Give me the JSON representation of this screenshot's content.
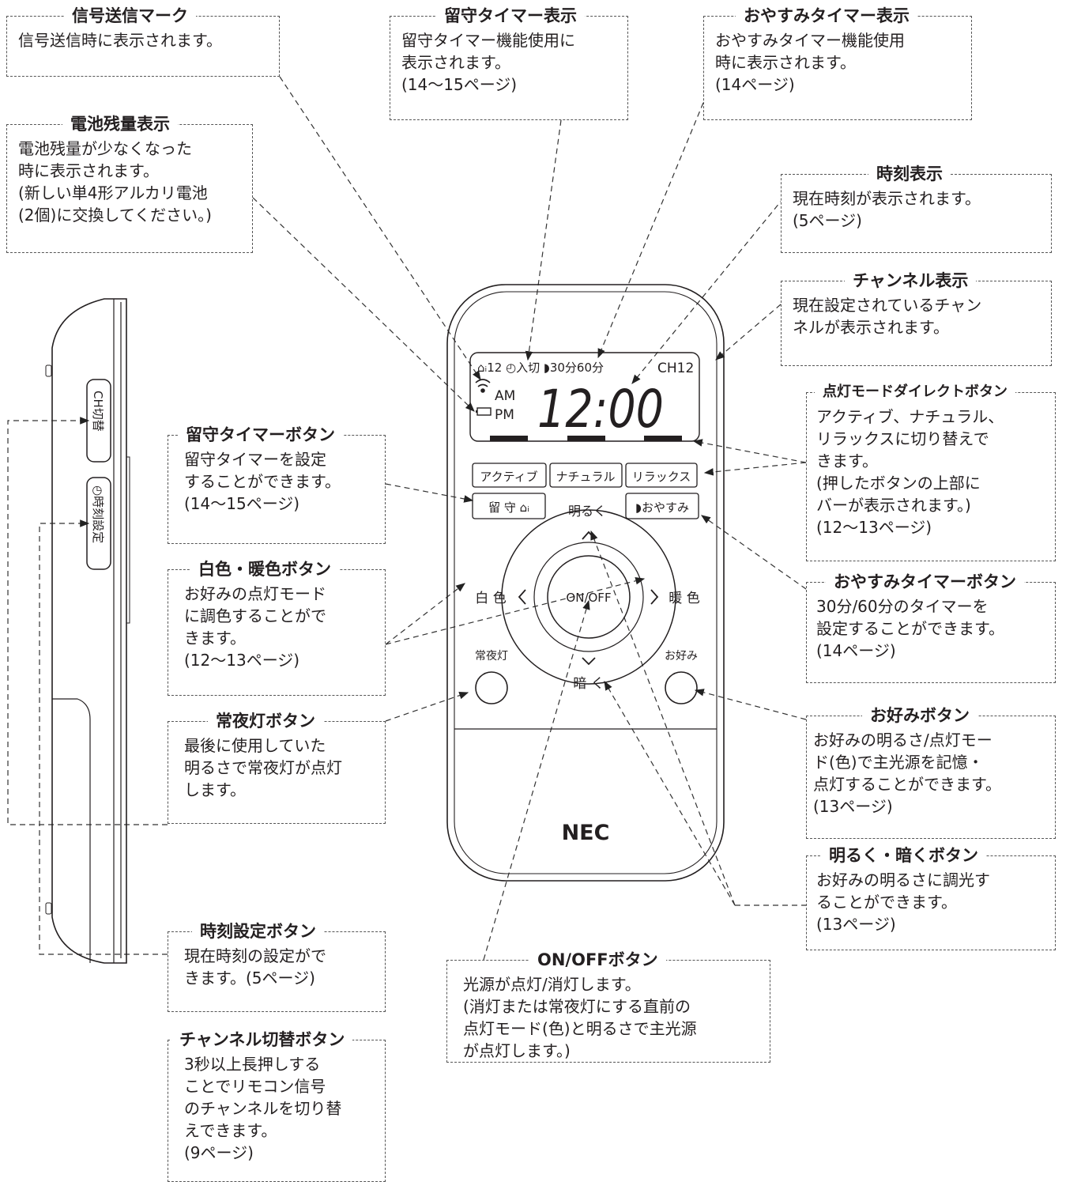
{
  "callouts": {
    "signal": {
      "title": "信号送信マーク",
      "body": "信号送信時に表示されます。"
    },
    "battery": {
      "title": "電池残量表示",
      "body": "電池残量が少なくなった\n時に表示されます。\n(新しい単4形アルカリ電池\n(2個)に交換してください。)"
    },
    "away_display": {
      "title": "留守タイマー表示",
      "body": "留守タイマー機能使用に\n表示されます。\n(14〜15ページ)"
    },
    "sleep_display": {
      "title": "おやすみタイマー表示",
      "body": "おやすみタイマー機能使用\n時に表示されます。\n(14ページ)"
    },
    "clock": {
      "title": "時刻表示",
      "body": "現在時刻が表示されます。\n(5ページ)"
    },
    "channel_display": {
      "title": "チャンネル表示",
      "body": "現在設定されているチャン\nネルが表示されます。"
    },
    "mode_direct": {
      "title": "点灯モードダイレクトボタン",
      "body": "アクティブ、ナチュラル、\nリラックスに切り替えで\nきます。\n(押したボタンの上部に\nバーが表示されます。)\n(12〜13ページ)"
    },
    "away_button": {
      "title": "留守タイマーボタン",
      "body": "留守タイマーを設定\nすることができます。\n(14〜15ページ)"
    },
    "color_button": {
      "title": "白色・暖色ボタン",
      "body": "お好みの点灯モード\nに調色することがで\nきます。\n(12〜13ページ)"
    },
    "sleep_button": {
      "title": "おやすみタイマーボタン",
      "body": "30分/60分のタイマーを\n設定することができます。\n(14ページ)"
    },
    "night_button": {
      "title": "常夜灯ボタン",
      "body": "最後に使用していた\n明るさで常夜灯が点灯\nします。"
    },
    "fav_button": {
      "title": "お好みボタン",
      "body": "お好みの明るさ/点灯モー\nド(色)で主光源を記憶・\n点灯することができます。\n(13ページ)"
    },
    "bright_button": {
      "title": "明るく・暗くボタン",
      "body": "お好みの明るさに調光す\nることができます。\n(13ページ)"
    },
    "clock_set": {
      "title": "時刻設定ボタン",
      "body": "現在時刻の設定がで\nきます。(5ページ)"
    },
    "onoff": {
      "title": "ON/OFFボタン",
      "body": "光源が点灯/消灯します。\n(消灯または常夜灯にする直前の\n点灯モード(色)と明るさで主光源\nが点灯します。)"
    },
    "ch_switch": {
      "title": "チャンネル切替ボタン",
      "body": "3秒以上長押しする\nことでリモコン信号\nのチャンネルを切り替\nえできます。\n(9ページ)"
    }
  },
  "remote": {
    "lcd": {
      "top_row": "⌂ᵢ12 ◴入切 ◗30分60分",
      "channel": "CH12",
      "am": "AM",
      "pm": "PM",
      "time": "12:00"
    },
    "buttons": {
      "active": "アクティブ",
      "natural": "ナチュラル",
      "relax": "リラックス",
      "away": "留 守 ⌂ᵢ",
      "sleep": "◗おやすみ",
      "brighter": "明るく",
      "darker": "暗 く",
      "white": "白 色",
      "warm": "暖 色",
      "onoff": "ON/OFF",
      "night": "常夜灯",
      "favorite": "お好み"
    },
    "brand": "NEC",
    "side": {
      "ch_label": "CH切替",
      "clock_label": "◴時刻設定"
    }
  }
}
